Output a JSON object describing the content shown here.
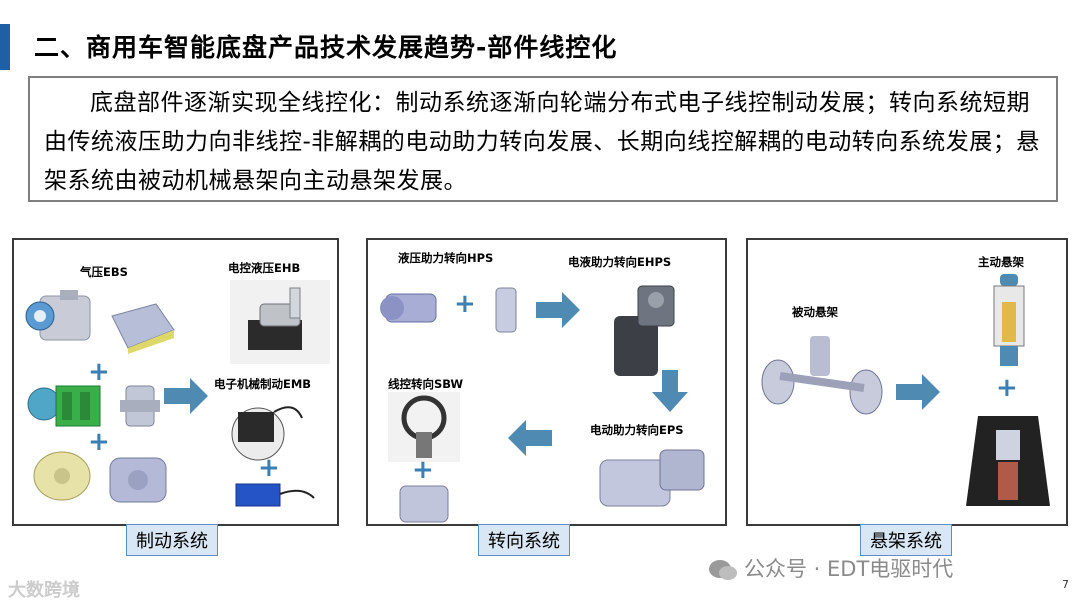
{
  "title": "二、商用车智能底盘产品技术发展趋势-部件线控化",
  "intro": "底盘部件逐渐实现全线控化：制动系统逐渐向轮端分布式电子线控制动发展；转向系统短期由传统液压助力向非线控-非解耦的电动助力转向发展、长期向线控解耦的电动转向系统发展；悬架系统由被动机械悬架向主动悬架发展。",
  "brake": {
    "tag": "制动系统",
    "labels": {
      "ebs": "气压EBS",
      "ehb": "电控液压EHB",
      "emb": "电子机械制动EMB"
    }
  },
  "steering": {
    "tag": "转向系统",
    "labels": {
      "hps": "液压助力转向HPS",
      "ehps": "电液助力转向EHPS",
      "eps": "电动助力转向EPS",
      "sbw": "线控转向SBW"
    }
  },
  "suspension": {
    "tag": "悬架系统",
    "labels": {
      "passive": "被动悬架",
      "active": "主动悬架"
    }
  },
  "footer": {
    "logo": "大数跨境",
    "wechat": "公众号 · EDT电驱时代",
    "page": "7"
  },
  "colors": {
    "accent": "#1f5fa6",
    "arrow": "#4f8ab3",
    "tag_bg": "#d9e7f5"
  }
}
